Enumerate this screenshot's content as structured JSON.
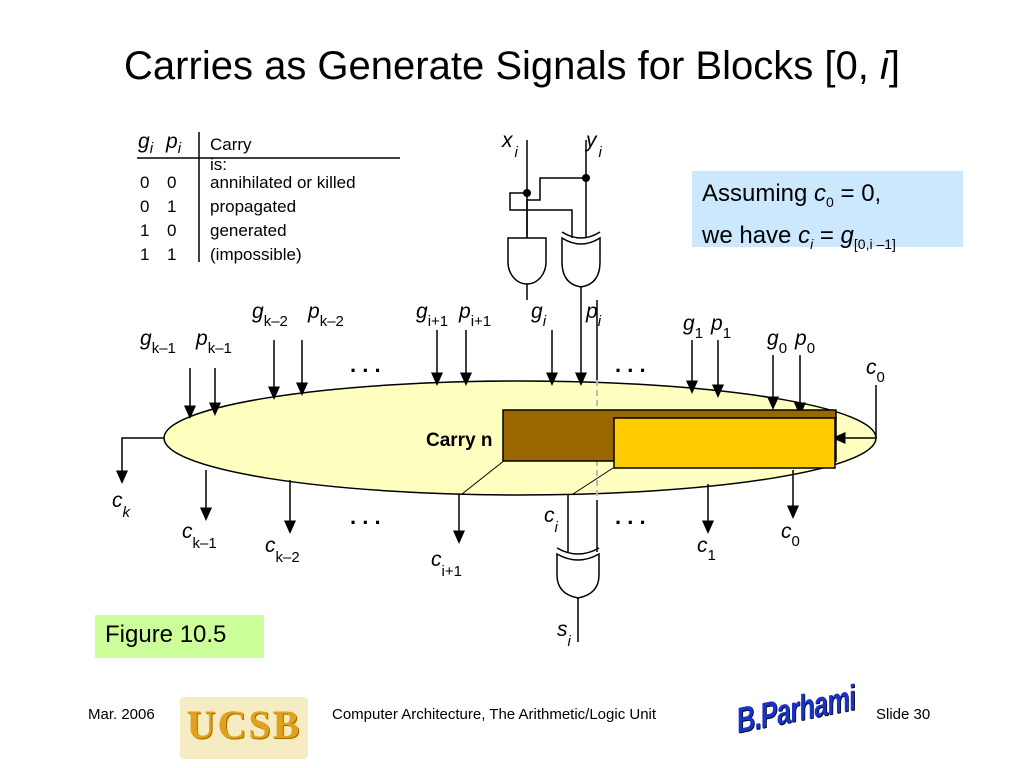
{
  "slide": {
    "title_prefix": "Carries as Generate Signals for Blocks [",
    "title_zero": "0, ",
    "title_i": "i",
    "title_suffix": "]"
  },
  "table": {
    "header_g": "g",
    "header_g_sub": "i",
    "header_p": "p",
    "header_p_sub": "i",
    "header_desc": "Carry is:",
    "rows": [
      {
        "g": "0",
        "p": "0",
        "desc": "annihilated or killed"
      },
      {
        "g": "0",
        "p": "1",
        "desc": "propagated"
      },
      {
        "g": "1",
        "p": "0",
        "desc": "generated"
      },
      {
        "g": "1",
        "p": "1",
        "desc": "(impossible)"
      }
    ]
  },
  "callout": {
    "line1_prefix": "Assuming ",
    "c": "c",
    "c_sub": "0",
    "line1_suffix": " = 0,",
    "line2_prefix": "we have ",
    "ci": "c",
    "ci_sub": "i",
    "eq": " = ",
    "g": "g",
    "g_sub": "[0,i –1]"
  },
  "network": {
    "label": "Carry n",
    "inputs_x": "x",
    "inputs_x_sub": "i",
    "inputs_y": "y",
    "inputs_y_sub": "i",
    "sum": "s",
    "sum_sub": "i",
    "dots": ". . ."
  },
  "signals": {
    "gk1": "g",
    "gk1_sub": "k–1",
    "pk1": "p",
    "pk1_sub": "k–1",
    "gk2": "g",
    "gk2_sub": "k–2",
    "pk2": "p",
    "pk2_sub": "k–2",
    "gi1": "g",
    "gi1_sub": "i+1",
    "pi1": "p",
    "pi1_sub": "i+1",
    "gi": "g",
    "gi_sub": "i",
    "pi": "p",
    "pi_sub": "i",
    "g1": "g",
    "g1_sub": "1",
    "p1": "p",
    "p1_sub": "1",
    "g0": "g",
    "g0_sub": "0",
    "p0": "p",
    "p0_sub": "0",
    "c0in": "c",
    "c0in_sub": "0",
    "ck": "c",
    "ck_sub": "k",
    "ck1": "c",
    "ck1_sub": "k–1",
    "ck2": "c",
    "ck2_sub": "k–2",
    "ci1": "c",
    "ci1_sub": "i+1",
    "ci": "c",
    "ci_sub": "i",
    "c1": "c",
    "c1_sub": "1",
    "c0out": "c",
    "c0out_sub": "0"
  },
  "figure_label": "Figure 10.5",
  "footer": {
    "date": "Mar. 2006",
    "course": "Computer Architecture, The Arithmetic/Logic Unit",
    "slide": "Slide 30",
    "logo_ucsb": "UCSB",
    "logo_author": "B.Parhami"
  },
  "colors": {
    "ellipse": "#ffffc0",
    "box_dark": "#996600",
    "box_gold": "#ffcc00",
    "callout_bg": "#cce8ff",
    "figure_bg": "#ccff99"
  }
}
